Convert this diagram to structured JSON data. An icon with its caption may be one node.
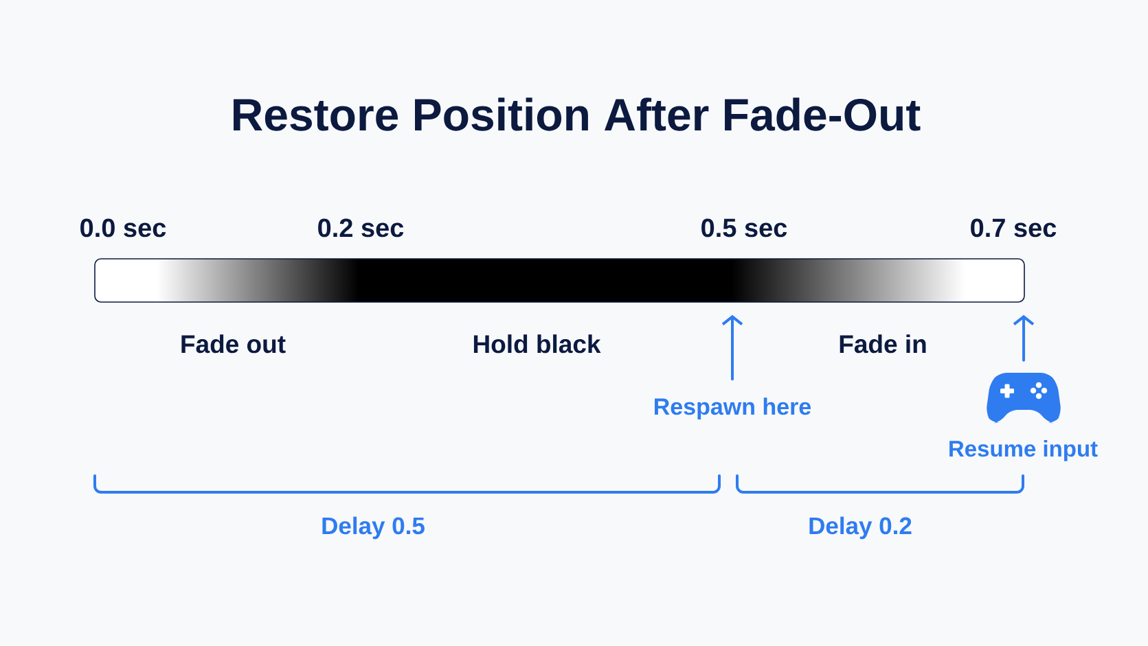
{
  "diagram": {
    "title": "Restore Position After Fade-Out",
    "nodes": [
      {
        "text": [],
        "shape": "bar"
      },
      {
        "text": [
          "Respawn here"
        ]
      },
      {
        "text": [],
        "shape": "picture",
        "beside": [
          "Resume input"
        ]
      }
    ],
    "edges": [
      {
        "from": 1,
        "to": 0,
        "arrow": "to"
      },
      {
        "from": 2,
        "to": 0,
        "arrow": "to"
      }
    ],
    "labels": [
      "0.0 sec",
      "0.2 sec",
      "0.5 sec",
      "0.7 sec",
      "Fade out",
      "Hold black",
      "Fade in",
      "Delay 0.5",
      "Delay 0.2"
    ]
  }
}
